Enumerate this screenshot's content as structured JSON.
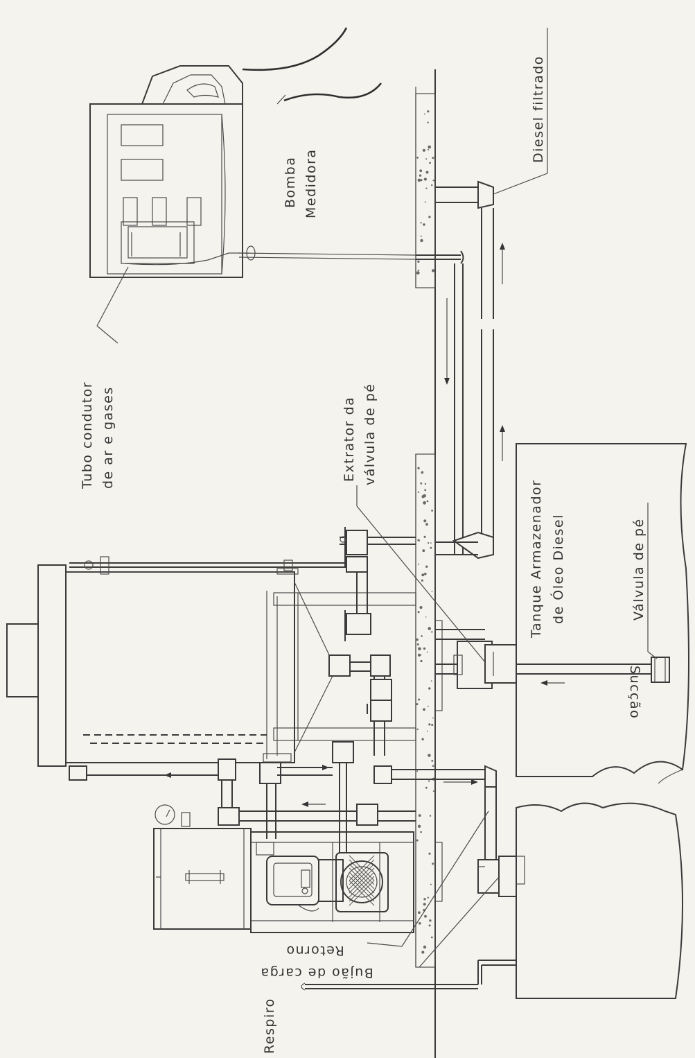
{
  "labels": {
    "tubo_l1": "Tubo condutor",
    "tubo_l2": "de ar e gases",
    "bomba_l1": "Bomba",
    "bomba_l2": "Medidora",
    "diesel_filtrado": "Diesel filtrado",
    "extrator_l1": "Extrator da",
    "extrator_l2": "válvula de pé",
    "tanque_l1": "Tanque Armazenador",
    "tanque_l2": "de Óleo Diesel",
    "valvula_pe": "Válvula de pé",
    "succao": "Sucção",
    "retorno": "Retorno",
    "bujao_carga": "Bujão de carga",
    "respiro": "Respiro"
  }
}
